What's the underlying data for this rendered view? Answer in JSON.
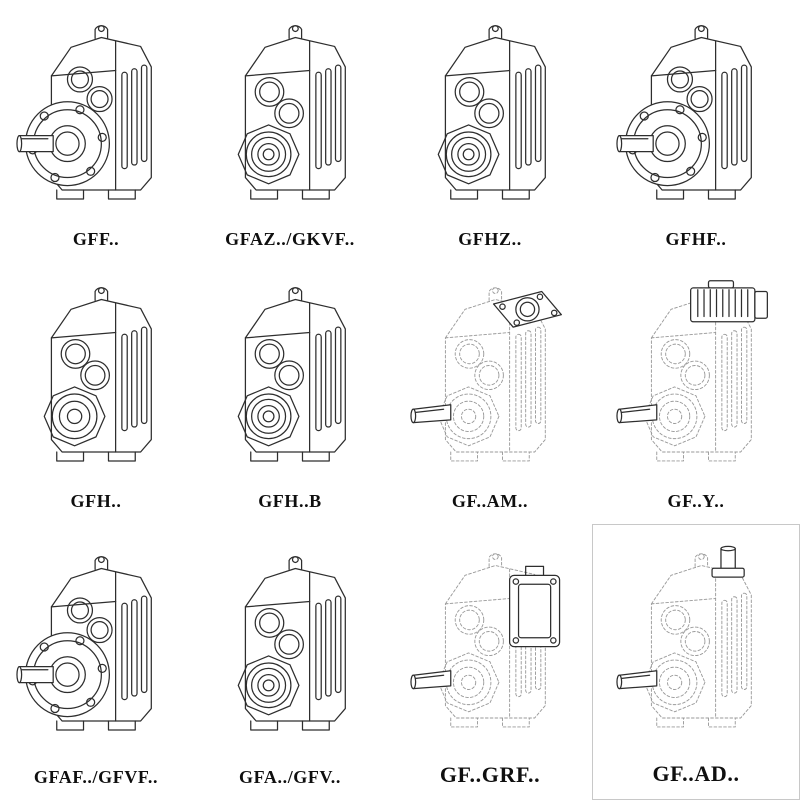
{
  "page": {
    "background": "#ffffff"
  },
  "colors": {
    "line": "#2e2e2e",
    "dash": "#9a9a9a",
    "label": "#0f0f0f",
    "border": "#c8c8c8"
  },
  "cells": [
    {
      "label": "GFF..",
      "drawing": "parallel-shaft-gearbox-output-flange",
      "style": "solid"
    },
    {
      "label": "GFAZ../GKVF..",
      "drawing": "parallel-shaft-gearbox-hollow-shaft",
      "style": "solid"
    },
    {
      "label": "GFHZ..",
      "drawing": "parallel-shaft-gearbox-hollow-shaft",
      "style": "solid"
    },
    {
      "label": "GFHF..",
      "drawing": "parallel-shaft-gearbox-output-flange",
      "style": "solid"
    },
    {
      "label": "GFH..",
      "drawing": "parallel-shaft-gearbox-foot-mounted",
      "style": "solid"
    },
    {
      "label": "GFH..B",
      "drawing": "parallel-shaft-gearbox-hollow-shaft",
      "style": "solid"
    },
    {
      "label": "GF..AM..",
      "drawing": "gearbox-with-motor-adapter-flange",
      "style": "phantom"
    },
    {
      "label": "GF..Y..",
      "drawing": "gearbox-with-mounted-motor",
      "style": "phantom"
    },
    {
      "label": "GFAF../GFVF..",
      "drawing": "parallel-shaft-gearbox-output-flange",
      "style": "solid"
    },
    {
      "label": "GFA../GFV..",
      "drawing": "parallel-shaft-gearbox-hollow-shaft",
      "style": "solid"
    },
    {
      "label": "GF..GRF..",
      "drawing": "gearbox-with-input-adapter-block",
      "style": "phantom"
    },
    {
      "label": "GF..AD..",
      "drawing": "gearbox-with-top-input-shaft",
      "style": "phantom"
    }
  ]
}
